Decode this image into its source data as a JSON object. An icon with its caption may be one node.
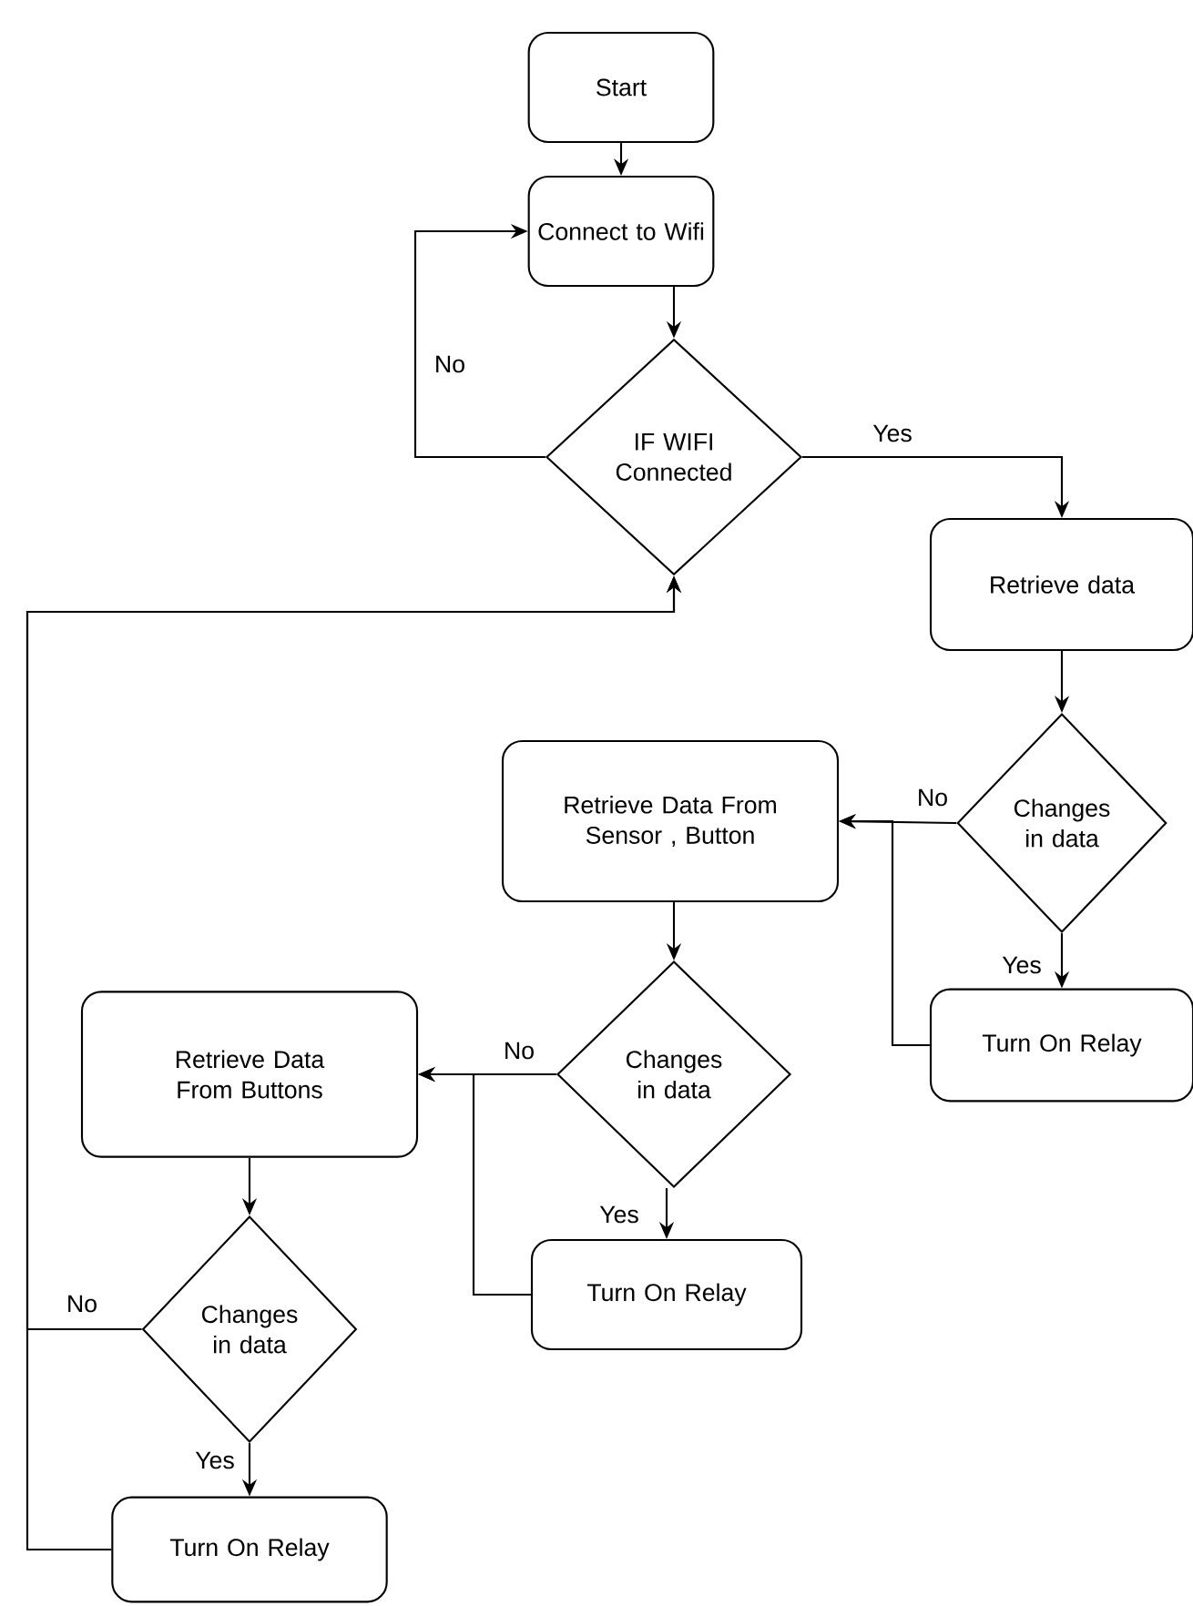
{
  "diagram": {
    "nodes": [
      {
        "text": [
          "Start"
        ]
      },
      {
        "text": [
          "Connect to Wifi"
        ]
      },
      {
        "text": [
          "IF WIFI Connected"
        ]
      },
      {
        "text": [
          "Retrieve data"
        ]
      },
      {
        "text": [
          "Changes in data"
        ]
      },
      {
        "text": [
          "Retrieve Data From Sensor , Button"
        ]
      },
      {
        "text": [
          "Turn On Relay"
        ]
      },
      {
        "text": [
          "Changes in data"
        ]
      },
      {
        "text": [
          "Retrieve Data From Buttons"
        ]
      },
      {
        "text": [
          "Turn On Relay"
        ]
      },
      {
        "text": [
          "Changes in data"
        ]
      },
      {
        "text": [
          "Turn On Relay"
        ]
      }
    ],
    "edges": [
      {
        "from": 0,
        "to": 1,
        "arrow": "to"
      },
      {
        "from": 1,
        "to": 2,
        "arrow": "to"
      },
      {
        "from": 2,
        "to": 1,
        "arrow": "to",
        "label": "No"
      },
      {
        "from": 2,
        "to": 3,
        "arrow": "to",
        "label": "Yes"
      },
      {
        "from": 3,
        "to": 4,
        "arrow": "to"
      },
      {
        "from": 4,
        "to": 5,
        "arrow": "to",
        "label": "No"
      },
      {
        "from": 4,
        "to": 6,
        "arrow": "to",
        "label": "Yes"
      },
      {
        "from": 6,
        "to": 5,
        "arrow": "to"
      },
      {
        "from": 5,
        "to": 7,
        "arrow": "to"
      },
      {
        "from": 7,
        "to": 8,
        "arrow": "to",
        "label": "No"
      },
      {
        "from": 7,
        "to": 9,
        "arrow": "to",
        "label": "Yes"
      },
      {
        "from": 9,
        "to": 8,
        "arrow": "to"
      },
      {
        "from": 8,
        "to": 10,
        "arrow": "to"
      },
      {
        "from": 10,
        "to": 2,
        "arrow": "to",
        "label": "No"
      },
      {
        "from": 10,
        "to": 11,
        "arrow": "to",
        "label": "Yes"
      },
      {
        "from": 11,
        "to": 2,
        "arrow": "to"
      }
    ]
  }
}
